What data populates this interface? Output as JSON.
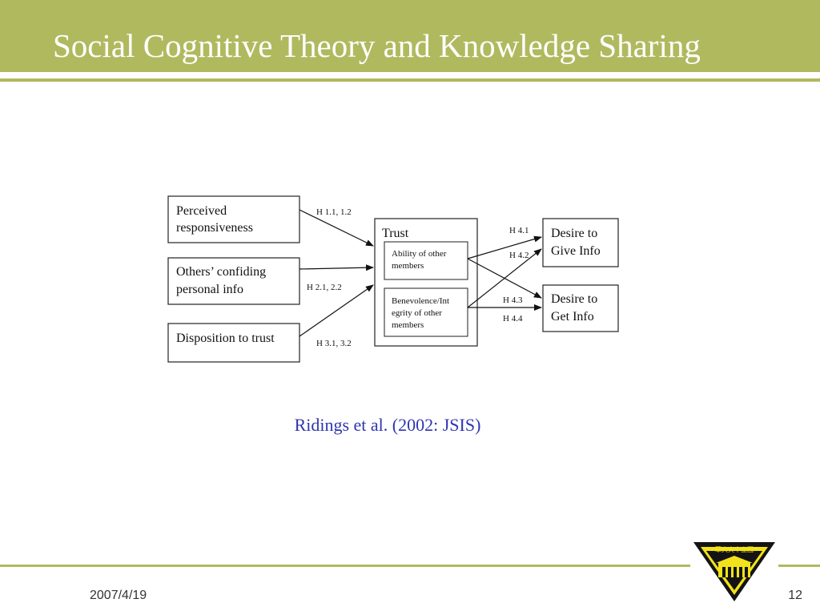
{
  "slide": {
    "title": "Social Cognitive Theory and Knowledge Sharing",
    "citation": "Ridings et al. (2002: JSIS)",
    "footer_date": "2007/4/19",
    "page_number": "12",
    "logo_text": "國立中央大學"
  },
  "diagram": {
    "antecedents": [
      {
        "lines": [
          "Perceived",
          "responsiveness"
        ]
      },
      {
        "lines": [
          "Others’ confiding",
          "personal info"
        ]
      },
      {
        "lines": [
          "Disposition to trust"
        ]
      }
    ],
    "trust_label": "Trust",
    "trust_dimensions": [
      {
        "lines": [
          "Ability of other",
          "members"
        ]
      },
      {
        "lines": [
          "Benevolence/Int",
          "egrity of other",
          "members"
        ]
      }
    ],
    "outcomes": [
      {
        "lines": [
          "Desire to",
          "Give Info"
        ]
      },
      {
        "lines": [
          "Desire to",
          "Get Info"
        ]
      }
    ],
    "hypotheses": {
      "h1": "H 1.1, 1.2",
      "h2": "H 2.1, 2.2",
      "h3": "H 3.1, 3.2",
      "h41": "H 4.1",
      "h42": "H 4.2",
      "h43": "H 4.3",
      "h44": "H 4.4"
    }
  },
  "colors": {
    "accent": "#b1b95f",
    "citation": "#2f35b0",
    "logo_fill": "#f2e21c"
  }
}
